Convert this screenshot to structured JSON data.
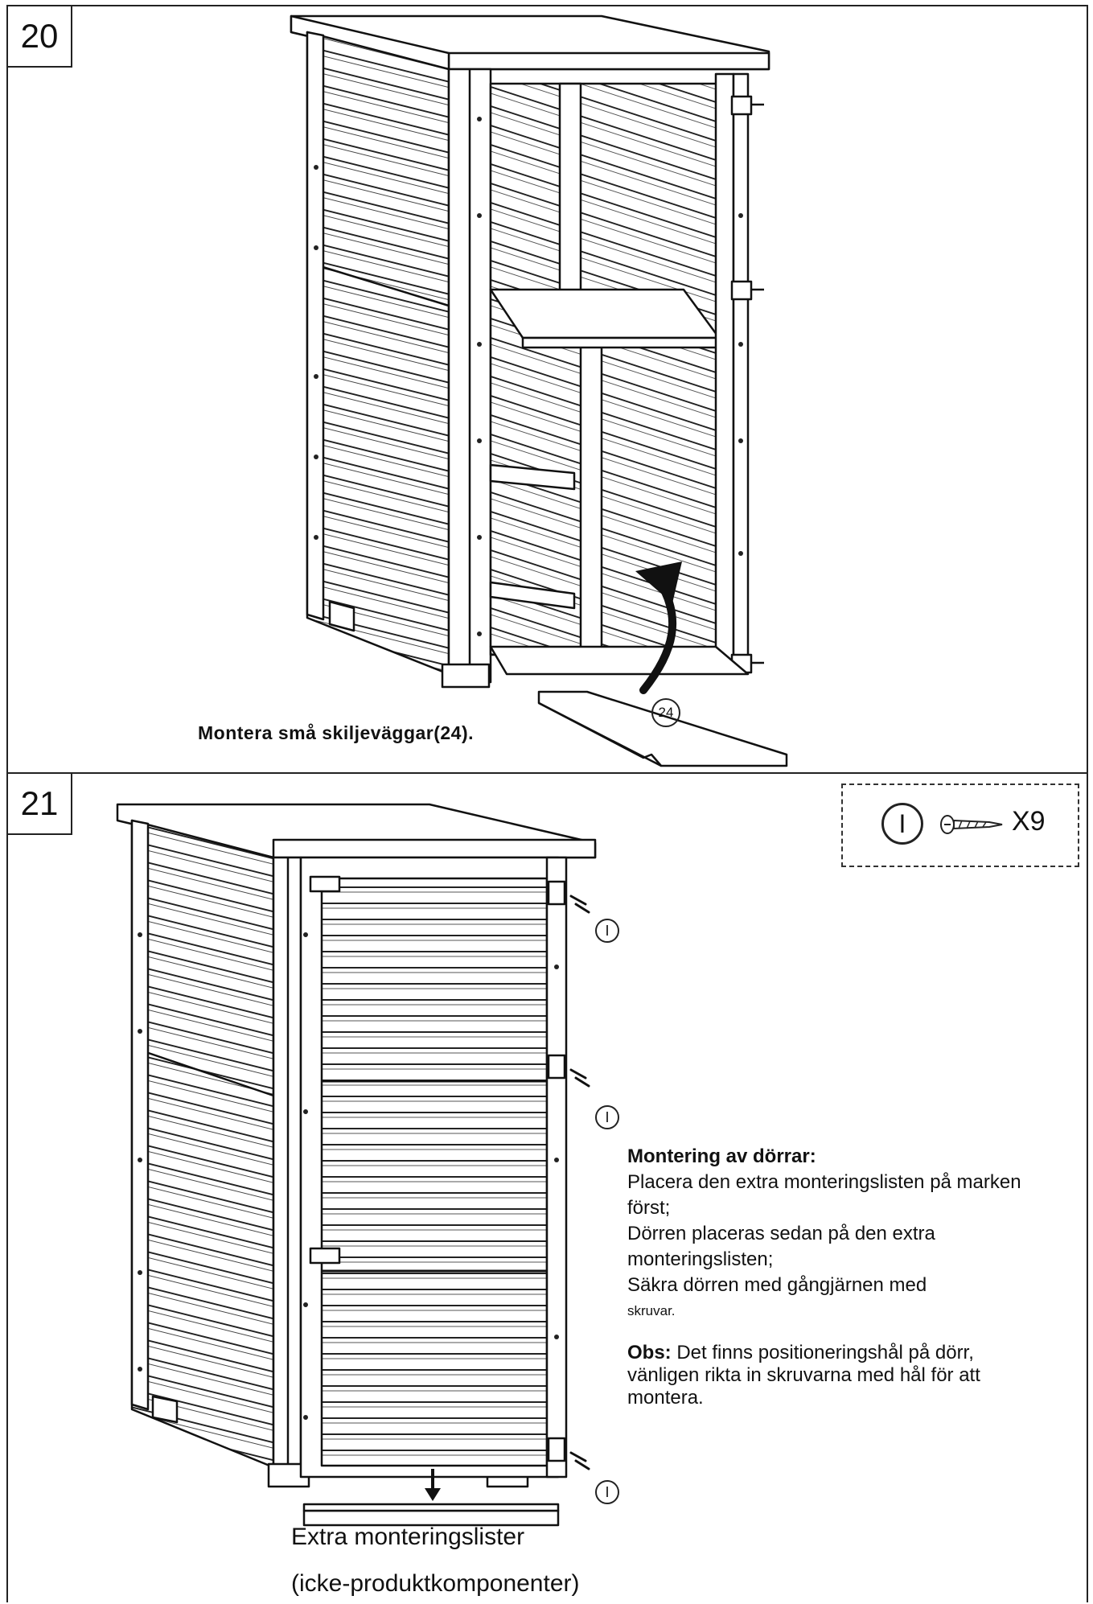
{
  "steps": [
    {
      "number": "20",
      "caption": "Montera små skiljeväggar(24).",
      "part_callout": "24"
    },
    {
      "number": "21",
      "hardware": {
        "part_id": "I",
        "count": "X9",
        "icon": "screw-icon"
      },
      "callouts": [
        "I",
        "I",
        "I"
      ],
      "notes": {
        "heading": "Montering av dörrar:",
        "line1": "Placera den extra monteringslisten på marken först;",
        "line2": "Dörren placeras sedan på den extra monteringslisten;",
        "line3": "Säkra dörren med gångjärnen med",
        "line3_small": "skruvar.",
        "obs_label": "Obs:",
        "obs_text": " Det finns positioneringshål på dörr, vänligen rikta in skruvarna med hål för att montera."
      },
      "extra_strip_label_1": "Extra monteringslister",
      "extra_strip_label_2": "(icke-produktkomponenter)"
    }
  ]
}
